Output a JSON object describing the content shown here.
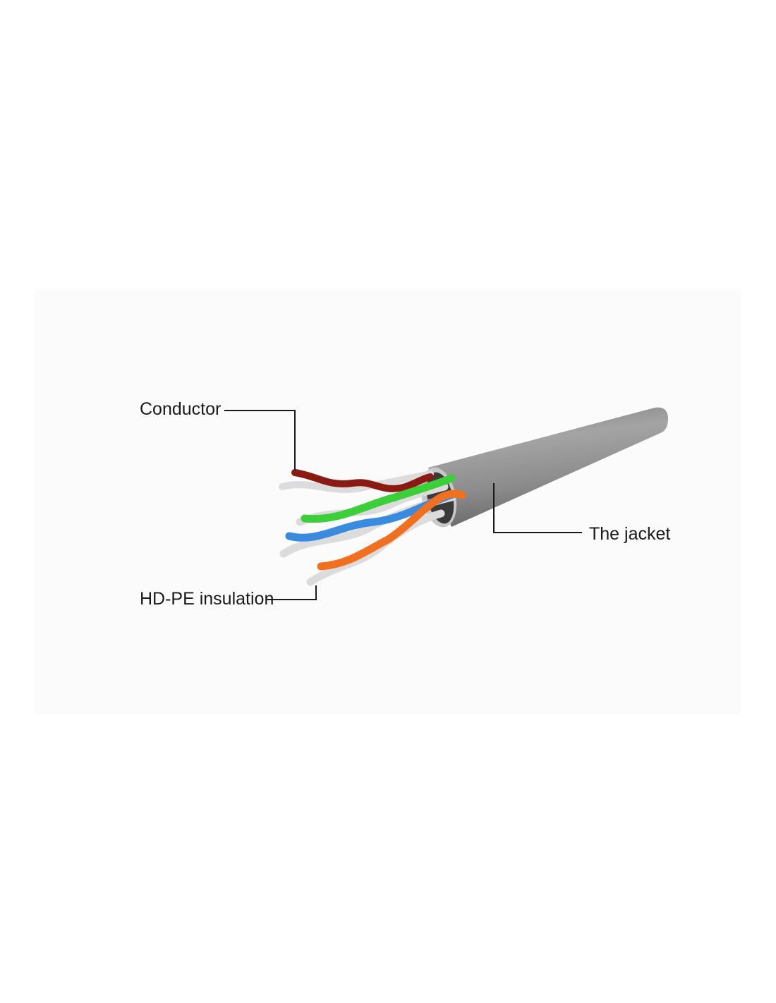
{
  "diagram": {
    "labels": {
      "conductor": "Conductor",
      "jacket": "The jacket",
      "insulation": "HD-PE insulation"
    },
    "colors": {
      "jacket": "#8f8f8f",
      "pair_brown": "#8a1a12",
      "pair_green": "#3ccf3a",
      "pair_blue": "#3a8be0",
      "pair_orange": "#f07020",
      "white_wire": "#dcdcdc"
    }
  }
}
